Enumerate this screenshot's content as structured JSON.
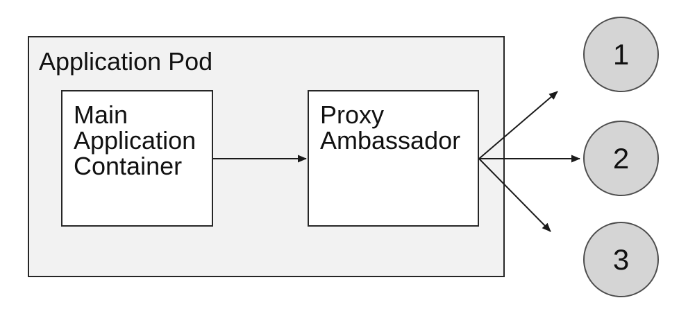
{
  "diagram": {
    "pod": {
      "label": "Application Pod",
      "fill": "#f2f2f2",
      "border_color": "#262626"
    },
    "nodes": {
      "main": {
        "label": "Main Application Container",
        "fill": "#ffffff"
      },
      "proxy": {
        "label": "Proxy Ambassador",
        "fill": "#ffffff"
      }
    },
    "endpoints": [
      {
        "label": "1"
      },
      {
        "label": "2"
      },
      {
        "label": "3"
      }
    ],
    "endpoint_fill": "#d5d5d5",
    "edges": [
      {
        "from": "main-application-container",
        "to": "proxy-ambassador"
      },
      {
        "from": "proxy-ambassador",
        "to": "endpoint-1"
      },
      {
        "from": "proxy-ambassador",
        "to": "endpoint-2"
      },
      {
        "from": "proxy-ambassador",
        "to": "endpoint-3"
      }
    ]
  }
}
